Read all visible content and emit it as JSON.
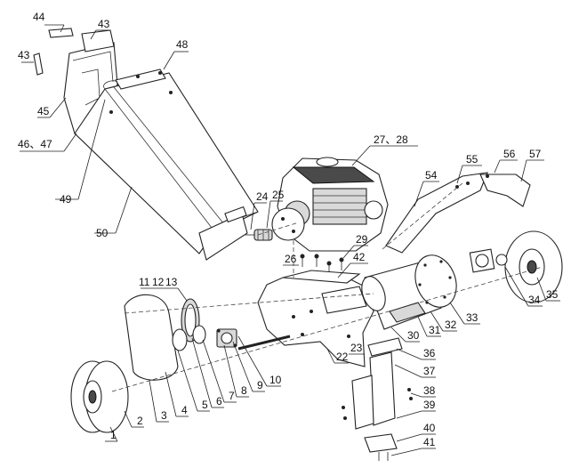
{
  "callouts": [
    {
      "id": "c44",
      "text": "44"
    },
    {
      "id": "c43a",
      "text": "43"
    },
    {
      "id": "c43b",
      "text": "43"
    },
    {
      "id": "c48",
      "text": "48"
    },
    {
      "id": "c45",
      "text": "45"
    },
    {
      "id": "c4647",
      "text": "46、47"
    },
    {
      "id": "c49",
      "text": "49"
    },
    {
      "id": "c50",
      "text": "50"
    },
    {
      "id": "c2728",
      "text": "27、28"
    },
    {
      "id": "c55",
      "text": "55"
    },
    {
      "id": "c56",
      "text": "56"
    },
    {
      "id": "c57",
      "text": "57"
    },
    {
      "id": "c54",
      "text": "54"
    },
    {
      "id": "c24",
      "text": "24"
    },
    {
      "id": "c25",
      "text": "25"
    },
    {
      "id": "c26",
      "text": "26"
    },
    {
      "id": "c29",
      "text": "29"
    },
    {
      "id": "c42",
      "text": "42"
    },
    {
      "id": "c11",
      "text": "11"
    },
    {
      "id": "c12",
      "text": "12"
    },
    {
      "id": "c13",
      "text": "13"
    },
    {
      "id": "c1",
      "text": "1"
    },
    {
      "id": "c2",
      "text": "2"
    },
    {
      "id": "c3",
      "text": "3"
    },
    {
      "id": "c4",
      "text": "4"
    },
    {
      "id": "c5",
      "text": "5"
    },
    {
      "id": "c6",
      "text": "6"
    },
    {
      "id": "c7",
      "text": "7"
    },
    {
      "id": "c8",
      "text": "8"
    },
    {
      "id": "c9",
      "text": "9"
    },
    {
      "id": "c10",
      "text": "10"
    },
    {
      "id": "c22",
      "text": "22"
    },
    {
      "id": "c23",
      "text": "23"
    },
    {
      "id": "c30",
      "text": "30"
    },
    {
      "id": "c31",
      "text": "31"
    },
    {
      "id": "c32",
      "text": "32"
    },
    {
      "id": "c33",
      "text": "33"
    },
    {
      "id": "c34",
      "text": "34"
    },
    {
      "id": "c35",
      "text": "35"
    },
    {
      "id": "c36",
      "text": "36"
    },
    {
      "id": "c37",
      "text": "37"
    },
    {
      "id": "c38",
      "text": "38"
    },
    {
      "id": "c39",
      "text": "39"
    },
    {
      "id": "c40",
      "text": "40"
    },
    {
      "id": "c41",
      "text": "41"
    }
  ]
}
